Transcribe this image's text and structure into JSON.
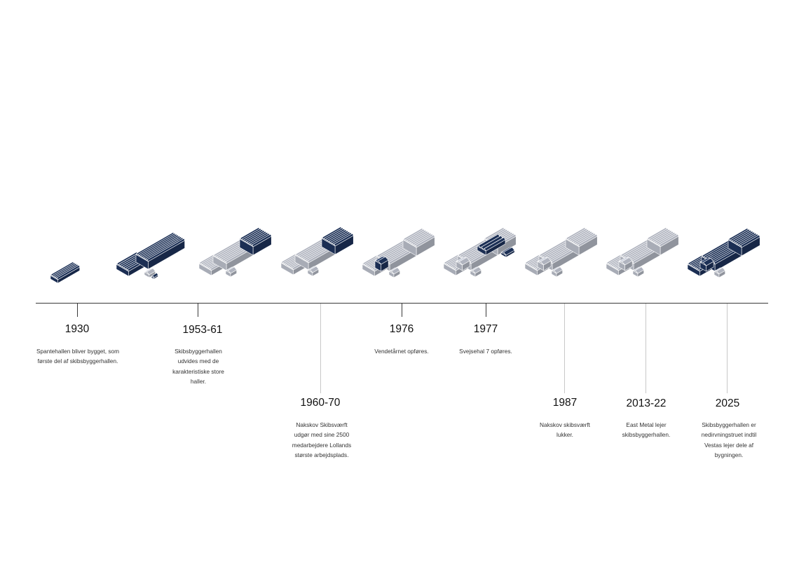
{
  "colors": {
    "highlight": "#1f3560",
    "existing": "#c3c8d4",
    "outline": "#ffffff",
    "axis": "#3a3a3a",
    "guide": "#c8c8c8"
  },
  "timeline": [
    {
      "year": "1930",
      "description": "Spantehallen bliver bygget, som første del af skibsbyggerhallen."
    },
    {
      "year": "1953-61",
      "description": "Skibsbyggerhallen udvides med de karakteristiske store haller."
    },
    {
      "year": "1960-70",
      "description": "Nakskov Skibsværft udgør med sine 2500 medarbejdere Lollands største arbejdsplads."
    },
    {
      "year": "1976",
      "description": "Vendetårnet opføres."
    },
    {
      "year": "1977",
      "description": "Svejsehal 7 opføres."
    },
    {
      "year": "1987",
      "description": "Nakskov skibsværft lukker."
    },
    {
      "year": "2013-22",
      "description": "East Metal lejer skibsbyggerhallen."
    },
    {
      "year": "2025",
      "description": "Skibsbyggerhallen er nedirvningstruet indtil Vestas lejer dele af bygningen."
    }
  ]
}
